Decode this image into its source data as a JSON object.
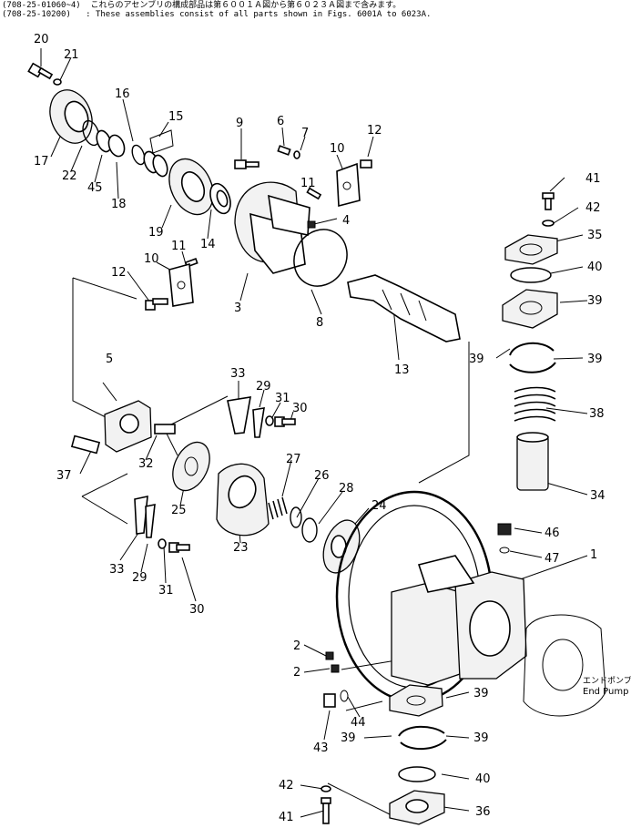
{
  "header": {
    "line1_code": "(708-25-01060~4)",
    "line1_text": "これらのアセンブリの構成部品は第６００１Ａ図から第６０２３Ａ図まで含みます。",
    "line2_code": "(708-25-10200)",
    "line2_text": ": These assemblies consist of all parts shown in Figs. 6001A to 6023A."
  },
  "end_pump": {
    "jp": "エンドポンプ",
    "en": "End Pump"
  },
  "labels": [
    {
      "id": "20",
      "text": "20"
    },
    {
      "id": "21",
      "text": "21"
    },
    {
      "id": "16",
      "text": "16"
    },
    {
      "id": "15",
      "text": "15"
    },
    {
      "id": "17",
      "text": "17"
    },
    {
      "id": "22",
      "text": "22"
    },
    {
      "id": "45",
      "text": "45"
    },
    {
      "id": "18",
      "text": "18"
    },
    {
      "id": "19",
      "text": "19"
    },
    {
      "id": "14",
      "text": "14"
    },
    {
      "id": "9",
      "text": "9"
    },
    {
      "id": "6",
      "text": "6"
    },
    {
      "id": "7",
      "text": "7"
    },
    {
      "id": "10a",
      "text": "10"
    },
    {
      "id": "12a",
      "text": "12"
    },
    {
      "id": "11a",
      "text": "11"
    },
    {
      "id": "4",
      "text": "4"
    },
    {
      "id": "11b",
      "text": "11"
    },
    {
      "id": "10b",
      "text": "10"
    },
    {
      "id": "12b",
      "text": "12"
    },
    {
      "id": "3",
      "text": "3"
    },
    {
      "id": "8",
      "text": "8"
    },
    {
      "id": "13",
      "text": "13"
    },
    {
      "id": "41a",
      "text": "41"
    },
    {
      "id": "42a",
      "text": "42"
    },
    {
      "id": "35",
      "text": "35"
    },
    {
      "id": "40a",
      "text": "40"
    },
    {
      "id": "39a",
      "text": "39"
    },
    {
      "id": "39b",
      "text": "39"
    },
    {
      "id": "39c",
      "text": "39"
    },
    {
      "id": "38",
      "text": "38"
    },
    {
      "id": "34",
      "text": "34"
    },
    {
      "id": "5",
      "text": "5"
    },
    {
      "id": "33a",
      "text": "33"
    },
    {
      "id": "29a",
      "text": "29"
    },
    {
      "id": "31a",
      "text": "31"
    },
    {
      "id": "30a",
      "text": "30"
    },
    {
      "id": "37",
      "text": "37"
    },
    {
      "id": "32",
      "text": "32"
    },
    {
      "id": "27",
      "text": "27"
    },
    {
      "id": "26",
      "text": "26"
    },
    {
      "id": "28",
      "text": "28"
    },
    {
      "id": "25",
      "text": "25"
    },
    {
      "id": "24",
      "text": "24"
    },
    {
      "id": "23",
      "text": "23"
    },
    {
      "id": "33b",
      "text": "33"
    },
    {
      "id": "29b",
      "text": "29"
    },
    {
      "id": "31b",
      "text": "31"
    },
    {
      "id": "30b",
      "text": "30"
    },
    {
      "id": "46",
      "text": "46"
    },
    {
      "id": "47",
      "text": "47"
    },
    {
      "id": "1",
      "text": "1"
    },
    {
      "id": "2a",
      "text": "2"
    },
    {
      "id": "2b",
      "text": "2"
    },
    {
      "id": "39d",
      "text": "39"
    },
    {
      "id": "44",
      "text": "44"
    },
    {
      "id": "43",
      "text": "43"
    },
    {
      "id": "39e",
      "text": "39"
    },
    {
      "id": "39f",
      "text": "39"
    },
    {
      "id": "40b",
      "text": "40"
    },
    {
      "id": "42b",
      "text": "42"
    },
    {
      "id": "36",
      "text": "36"
    },
    {
      "id": "41b",
      "text": "41"
    }
  ]
}
